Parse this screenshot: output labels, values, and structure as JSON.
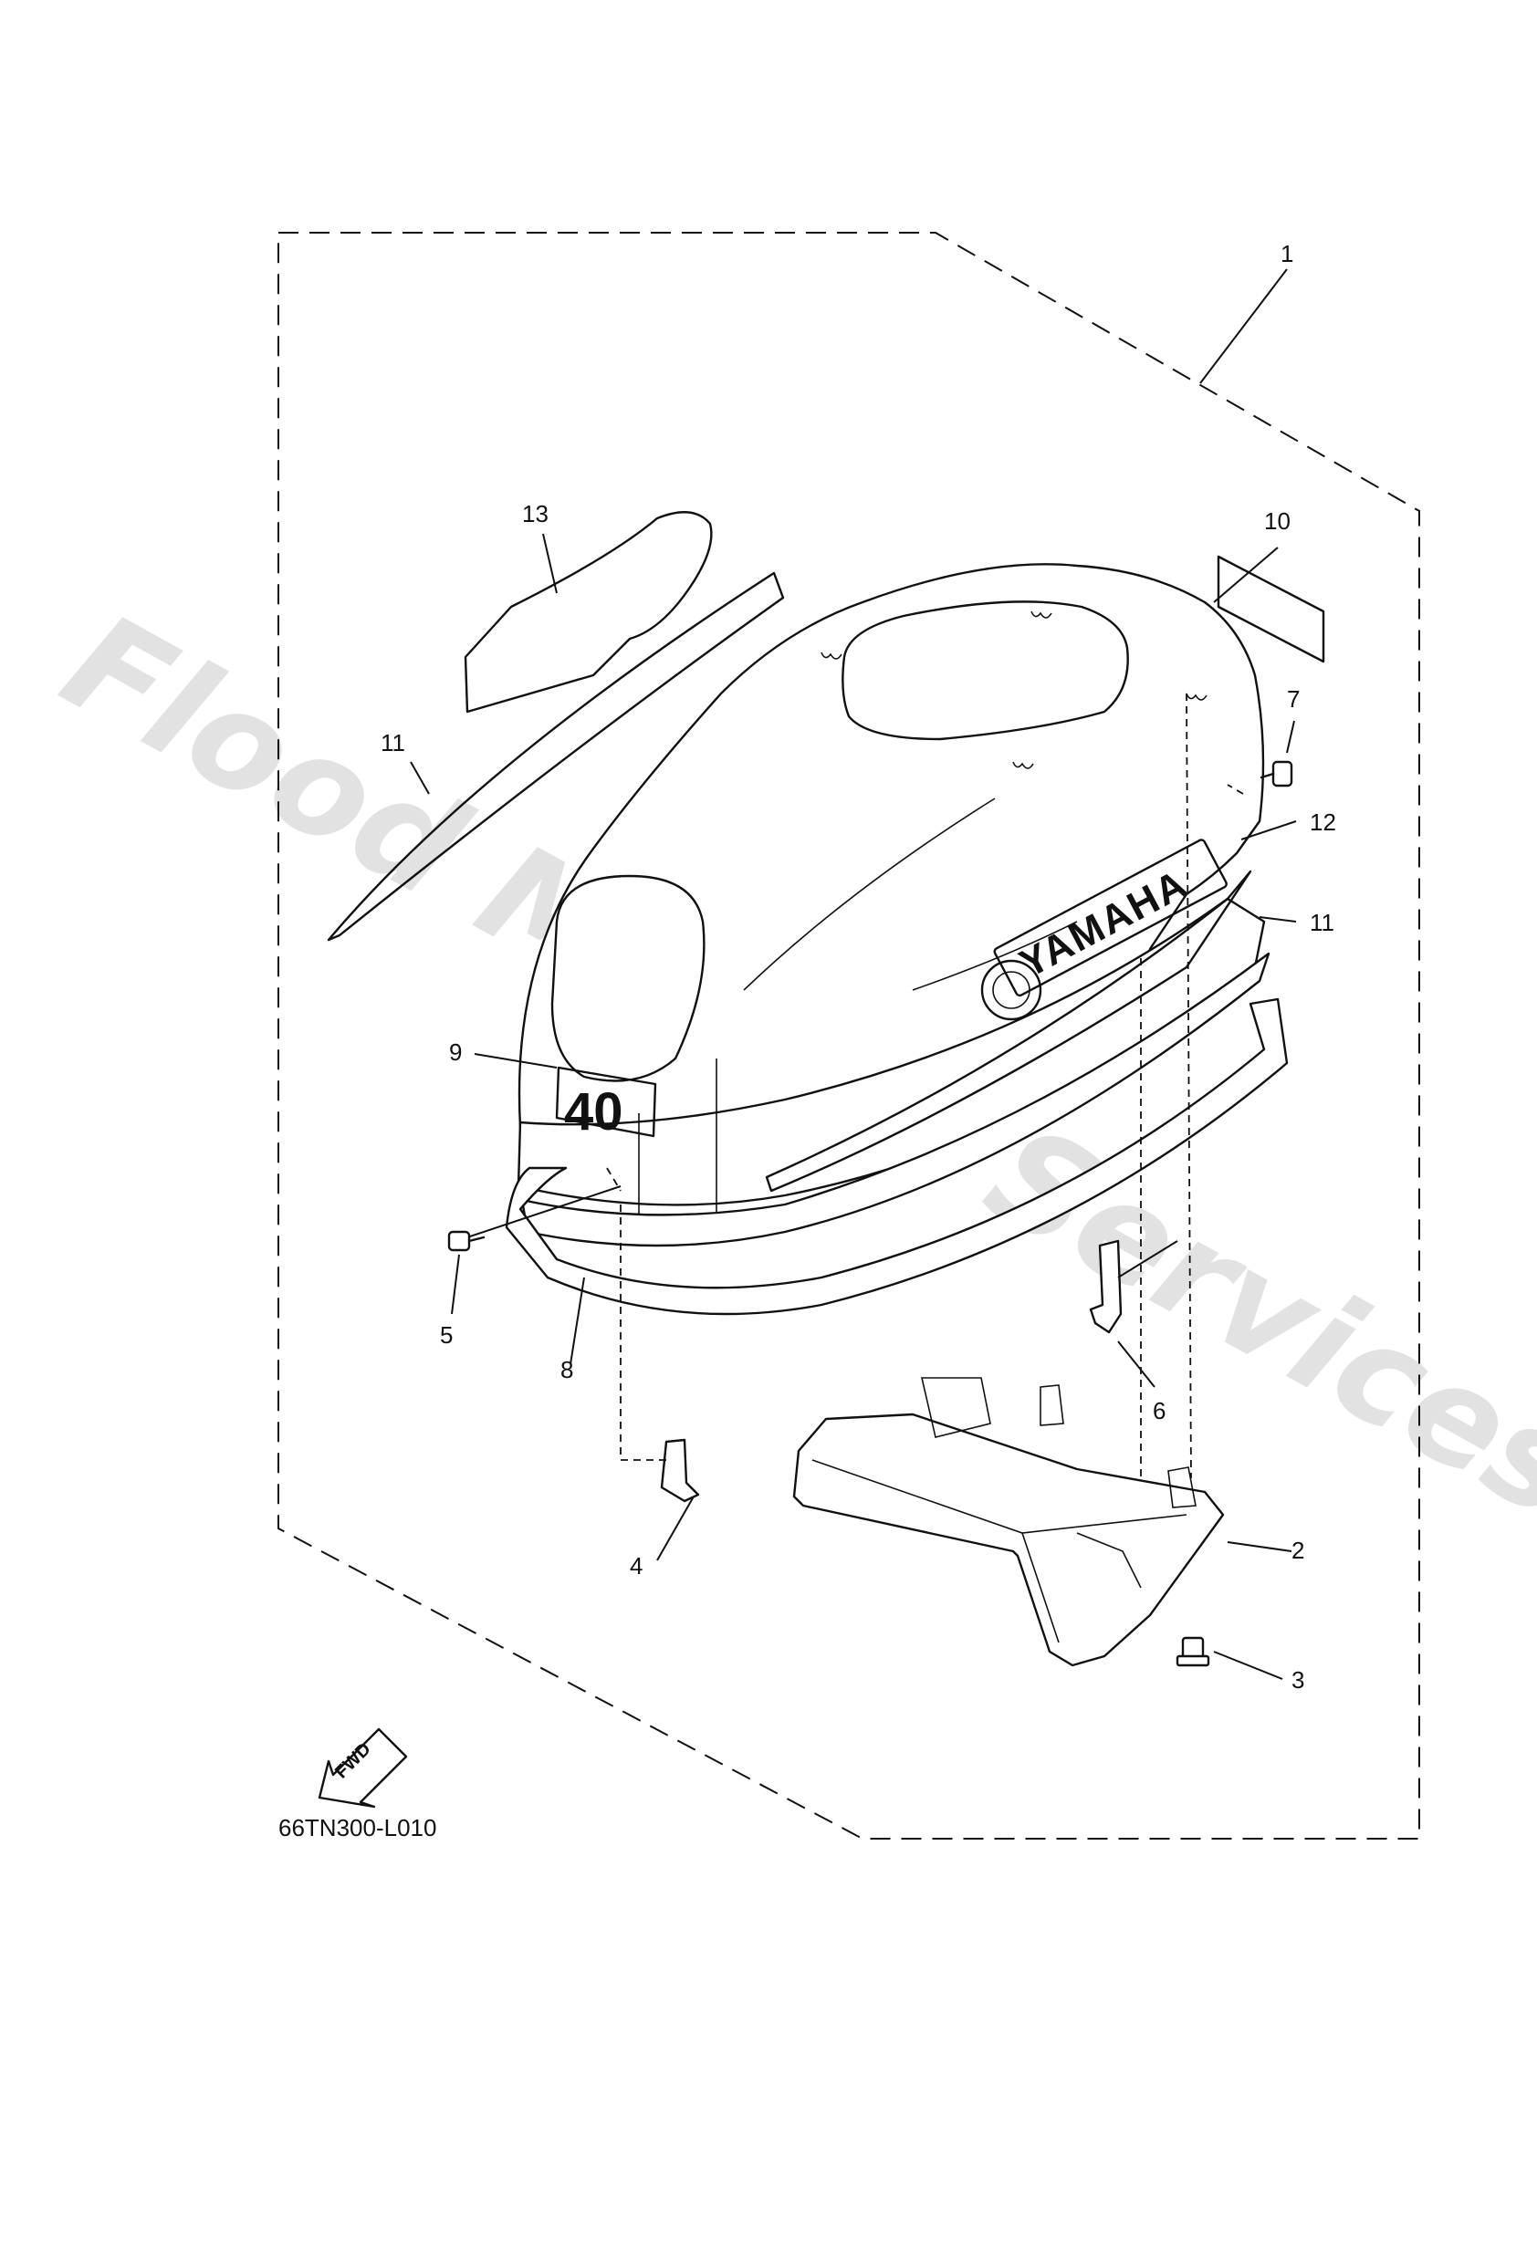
{
  "diagram": {
    "drawing_code": "66TN300-L010",
    "watermark": "Flood Marine Services",
    "brand_decal": "YAMAHA",
    "hp_decal": "40",
    "fwd_label": "FWD",
    "callouts": [
      "1",
      "2",
      "3",
      "4",
      "5",
      "6",
      "7",
      "8",
      "9",
      "10",
      "11",
      "11",
      "12",
      "13"
    ]
  },
  "colors": {
    "ink": "#111111",
    "watermark": "#d9d9d9",
    "paper": "#ffffff"
  }
}
